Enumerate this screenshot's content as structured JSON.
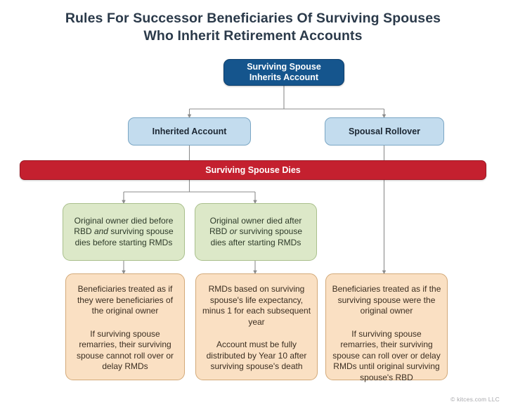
{
  "title": "Rules For Successor Beneficiaries Of Surviving Spouses Who Inherit Retirement Accounts",
  "title_line1": "Rules For Successor Beneficiaries Of Surviving Spouses",
  "title_line2": "Who Inherit Retirement Accounts",
  "credit": "© kitces.com LLC",
  "colors": {
    "root_fill": "#15558d",
    "blue_fill": "#c3dcee",
    "red_fill": "#c4202f",
    "green_fill": "#dce8c8",
    "orange_fill": "#fae0c3",
    "title_text": "#2b3a4a",
    "connector": "#8c8c8c",
    "credit_text": "#a9a9ad"
  },
  "nodes": {
    "root": {
      "line1": "Surviving Spouse",
      "line2": "Inherits Account"
    },
    "branch_left": {
      "label": "Inherited Account"
    },
    "branch_right": {
      "label": "Spousal Rollover"
    },
    "event_banner": {
      "label": "Surviving Spouse Dies"
    },
    "condition_left": {
      "part1": "Original owner died before RBD ",
      "emphasis": "and",
      "part2": " surviving spouse dies before starting RMDs"
    },
    "condition_right": {
      "part1": "Original owner died after RBD ",
      "emphasis": "or",
      "part2": " surviving spouse dies after starting RMDs"
    },
    "outcome_left": {
      "paragraph1": "Beneficiaries treated as if they were beneficiaries of the original owner",
      "paragraph2": "If surviving spouse remarries, their surviving spouse cannot roll over or delay RMDs"
    },
    "outcome_middle": {
      "paragraph1": "RMDs based on surviving spouse's life expectancy, minus 1 for each subsequent year",
      "paragraph2": "Account must be fully distributed by Year 10 after surviving spouse's death"
    },
    "outcome_right": {
      "paragraph1": "Beneficiaries treated as if the surviving spouse were the original owner",
      "paragraph2": "If surviving spouse remarries, their surviving spouse can roll over or delay RMDs until original surviving spouse's RBD"
    }
  }
}
